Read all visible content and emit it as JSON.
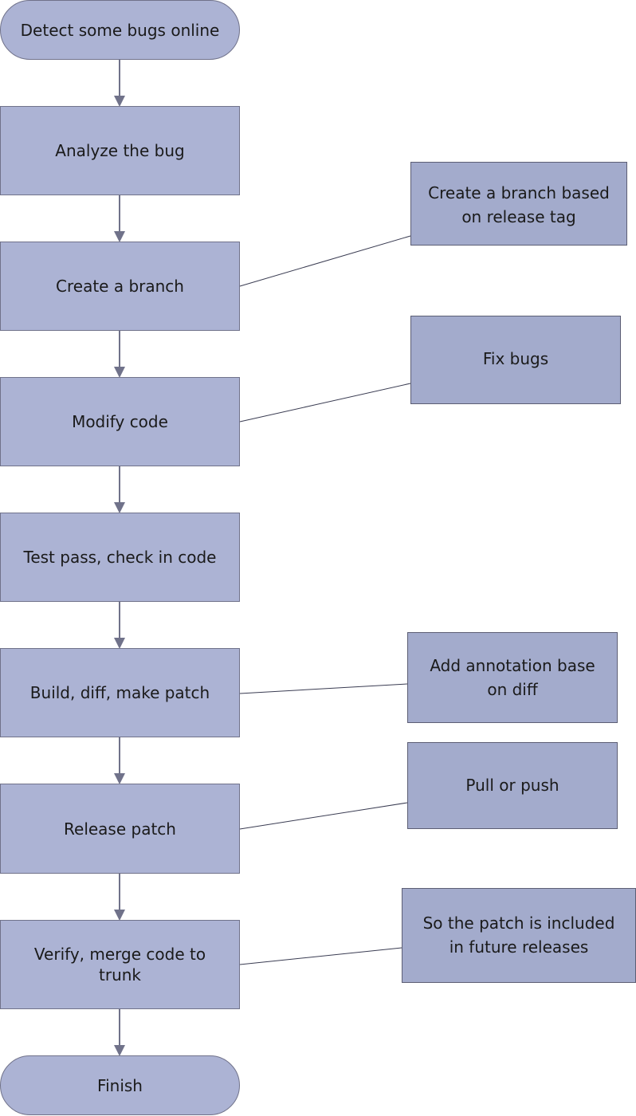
{
  "flow": {
    "steps": [
      {
        "label": "Detect some bugs online"
      },
      {
        "label": "Analyze the bug"
      },
      {
        "label": "Create a branch"
      },
      {
        "label": "Modify code"
      },
      {
        "label": "Test pass, check in code"
      },
      {
        "label": "Build, diff, make patch"
      },
      {
        "label": "Release patch"
      },
      {
        "label": "Verify,  merge code to trunk"
      },
      {
        "label": "Finish"
      }
    ]
  },
  "notes": [
    {
      "label": "Create a branch based on release tag"
    },
    {
      "label": "Fix bugs"
    },
    {
      "label": "Add annotation base on diff"
    },
    {
      "label": "Pull or push"
    },
    {
      "label": "So the patch is included in future releases"
    }
  ],
  "colors": {
    "step_fill": "#acb3d4",
    "note_fill": "#a3abcc",
    "border": "#70728a",
    "connector": "#70728a"
  }
}
